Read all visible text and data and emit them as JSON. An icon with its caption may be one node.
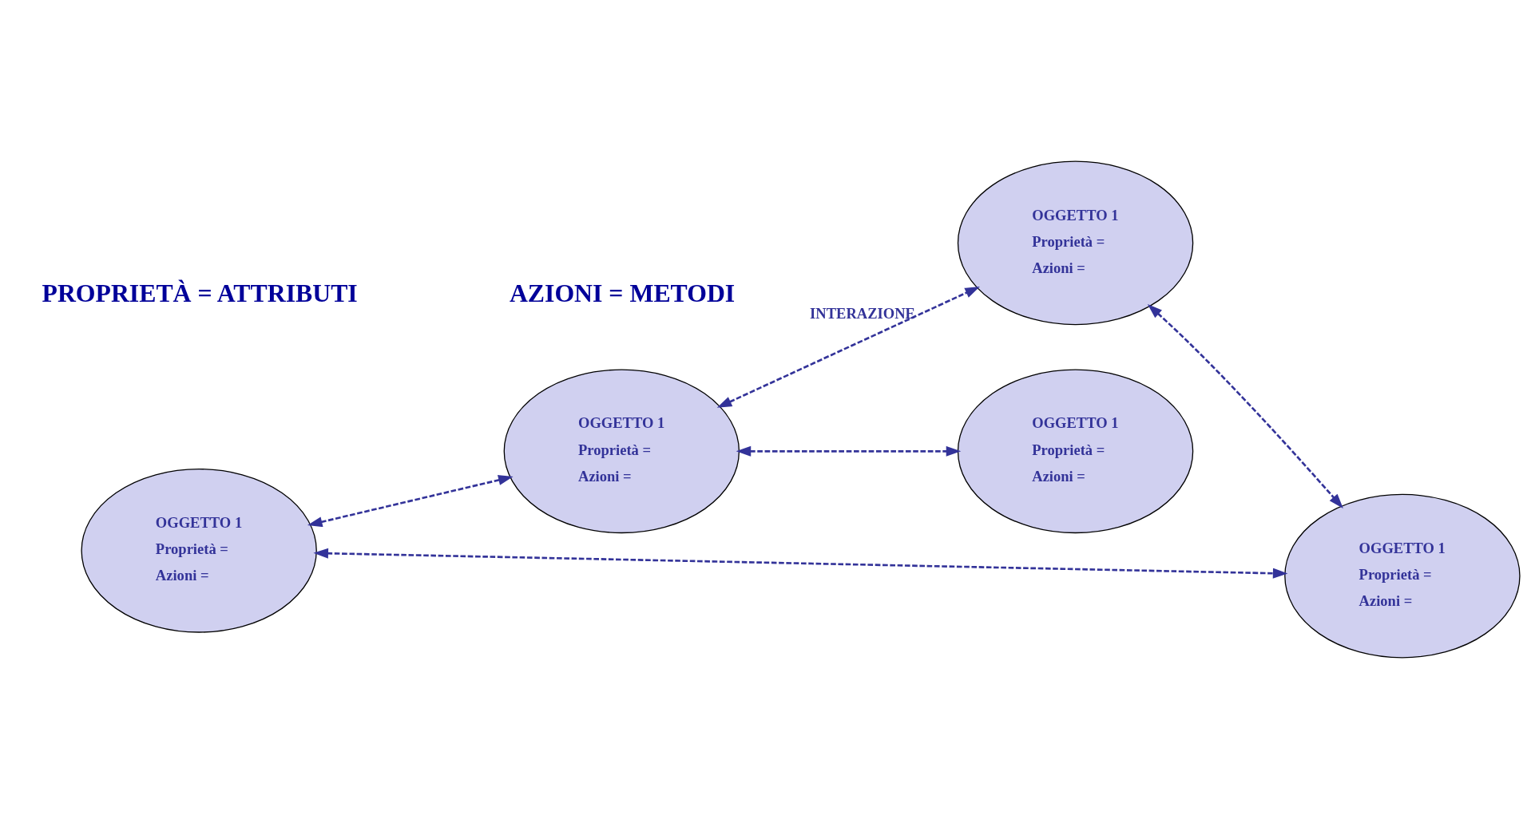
{
  "diagram": {
    "nodes": [
      {
        "text": [
          "OGGETTO 1",
          "Proprietà =",
          "Azioni ="
        ]
      },
      {
        "text": [
          "OGGETTO 1",
          "Proprietà =",
          "Azioni ="
        ]
      },
      {
        "text": [
          "OGGETTO 1",
          "Proprietà =",
          "Azioni ="
        ]
      },
      {
        "text": [
          "OGGETTO 1",
          "Proprietà =",
          "Azioni ="
        ]
      },
      {
        "text": [
          "OGGETTO 1",
          "Proprietà =",
          "Azioni ="
        ]
      }
    ],
    "edges": [
      {
        "from": 0,
        "to": 1,
        "arrow": "both",
        "style": "dashed"
      },
      {
        "from": 1,
        "to": 2,
        "arrow": "both",
        "style": "dashed",
        "label": "INTERAZIONE"
      },
      {
        "from": 0,
        "to": 4,
        "arrow": "both",
        "style": "dashed"
      },
      {
        "from": 1,
        "to": 3,
        "arrow": "both",
        "style": "dashed"
      },
      {
        "from": 2,
        "to": 4,
        "arrow": "both",
        "style": "dashed"
      }
    ],
    "labels": [
      "PROPRIETÀ = ATTRIBUTI",
      "AZIONI = METODI"
    ]
  }
}
